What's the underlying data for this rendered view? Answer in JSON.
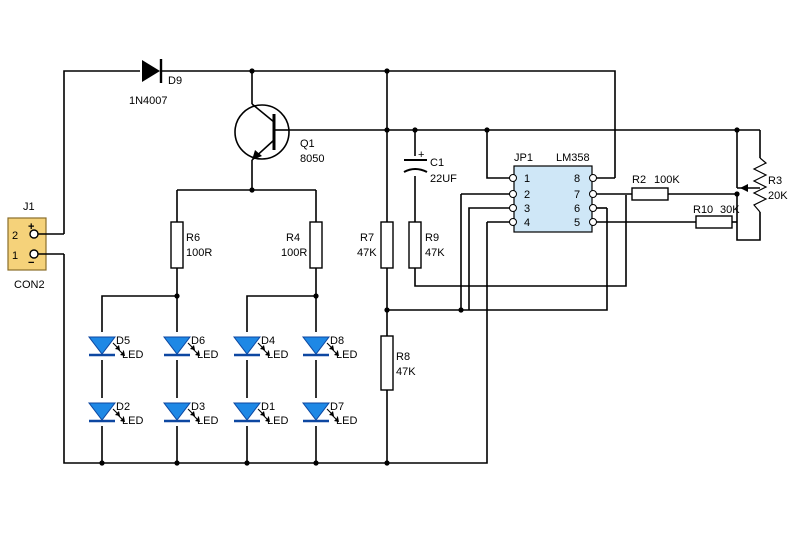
{
  "diagram": {
    "connector": {
      "ref": "J1",
      "name": "CON2",
      "pin2": "2",
      "pin1": "1",
      "plus": "+",
      "minus": "−"
    },
    "diode": {
      "ref": "D9",
      "value": "1N4007"
    },
    "transistor": {
      "ref": "Q1",
      "value": "8050"
    },
    "capacitor": {
      "ref": "C1",
      "value": "22UF"
    },
    "ic": {
      "ref": "JP1",
      "value": "LM358",
      "pins": [
        "1",
        "2",
        "3",
        "4",
        "5",
        "6",
        "7",
        "8"
      ]
    },
    "resistors": {
      "r2": {
        "ref": "R2",
        "value": "100K"
      },
      "r3": {
        "ref": "R3",
        "value": "20K"
      },
      "r4": {
        "ref": "R4",
        "value": "100R"
      },
      "r6": {
        "ref": "R6",
        "value": "100R"
      },
      "r7": {
        "ref": "R7",
        "value": "47K"
      },
      "r8": {
        "ref": "R8",
        "value": "47K"
      },
      "r9": {
        "ref": "R9",
        "value": "47K"
      },
      "r10": {
        "ref": "R10",
        "value": "30K"
      }
    },
    "leds": [
      {
        "ref": "D5",
        "value": "LED"
      },
      {
        "ref": "D6",
        "value": "LED"
      },
      {
        "ref": "D4",
        "value": "LED"
      },
      {
        "ref": "D8",
        "value": "LED"
      },
      {
        "ref": "D2",
        "value": "LED"
      },
      {
        "ref": "D3",
        "value": "LED"
      },
      {
        "ref": "D1",
        "value": "LED"
      },
      {
        "ref": "D7",
        "value": "LED"
      }
    ],
    "colors": {
      "led": "#1e88e5",
      "connector": "#f5d27a",
      "wire": "#000000"
    }
  }
}
